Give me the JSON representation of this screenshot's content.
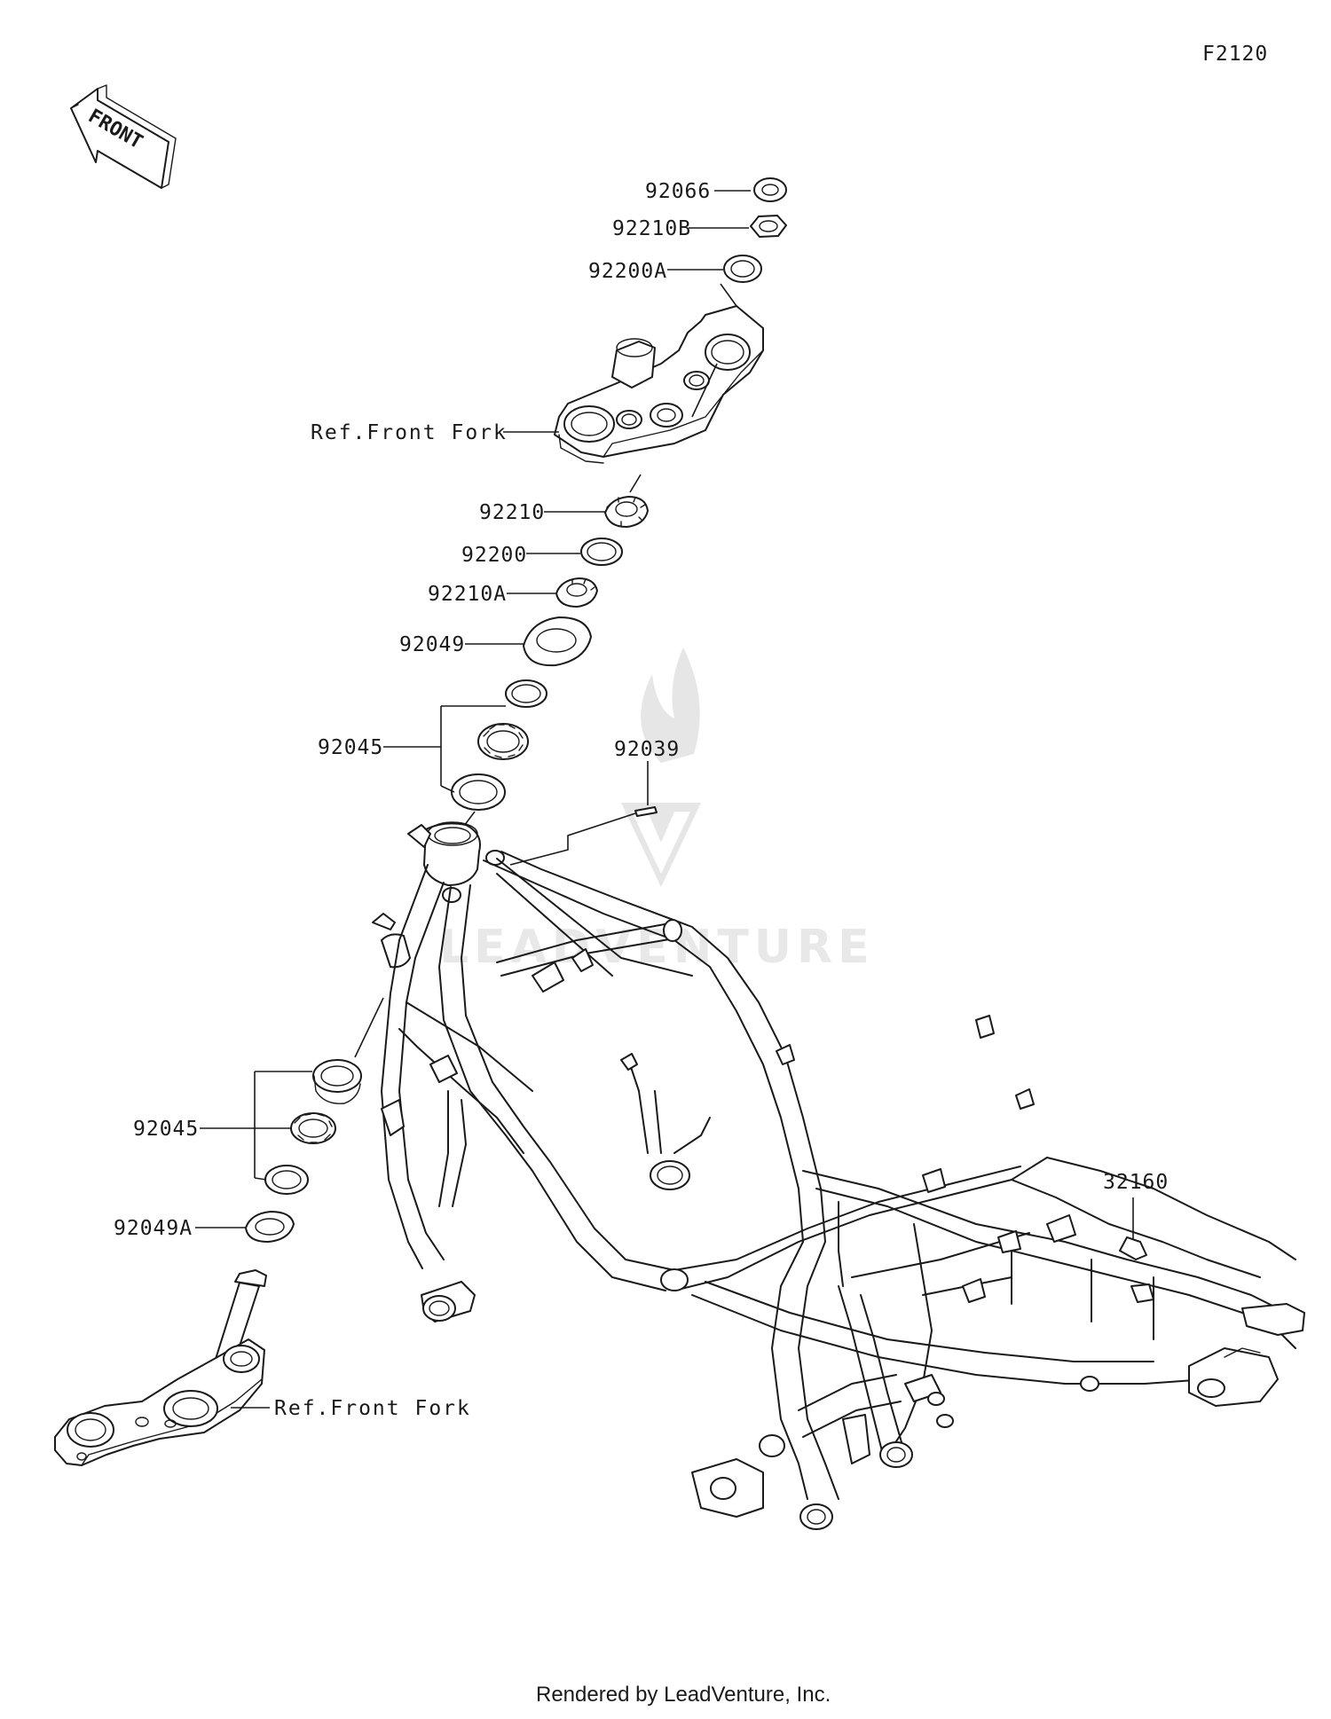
{
  "diagram": {
    "code": "F2120",
    "front_label": "FRONT",
    "watermark": "LEADVENTURE",
    "footer": "Rendered by LeadVenture, Inc.",
    "parts": [
      {
        "id": "p92066",
        "label": "92066"
      },
      {
        "id": "p92210B",
        "label": "92210B"
      },
      {
        "id": "p92200A",
        "label": "92200A"
      },
      {
        "id": "refTop",
        "label": "Ref.Front Fork"
      },
      {
        "id": "p92210",
        "label": "92210"
      },
      {
        "id": "p92200",
        "label": "92200"
      },
      {
        "id": "p92210A",
        "label": "92210A"
      },
      {
        "id": "p92049",
        "label": "92049"
      },
      {
        "id": "p92045top",
        "label": "92045"
      },
      {
        "id": "p92039",
        "label": "92039"
      },
      {
        "id": "p92045bot",
        "label": "92045"
      },
      {
        "id": "p92049A",
        "label": "92049A"
      },
      {
        "id": "refBottom",
        "label": "Ref.Front Fork"
      },
      {
        "id": "p32160",
        "label": "32160"
      }
    ]
  }
}
